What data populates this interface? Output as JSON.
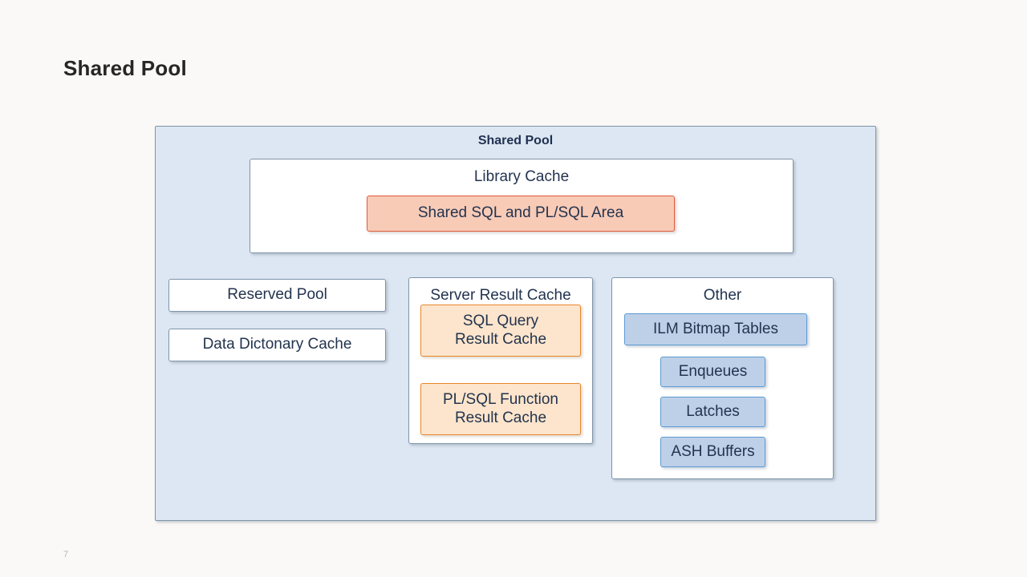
{
  "slide": {
    "title": "Shared Pool",
    "page_number": "7"
  },
  "diagram": {
    "type": "block-diagram",
    "container": {
      "label": "Shared Pool",
      "fill": "#dde7f3",
      "border": "#7f95ab"
    },
    "library_cache": {
      "label": "Library Cache",
      "fill": "#ffffff",
      "border": "#7f95ab",
      "children": [
        {
          "label": "Shared SQL and PL/SQL Area",
          "fill": "#f8cbb7",
          "border": "#e05c3e"
        }
      ]
    },
    "left_column": [
      {
        "label": "Reserved Pool",
        "fill": "#ffffff",
        "border": "#7f95ab"
      },
      {
        "label": "Data Dictonary Cache",
        "fill": "#ffffff",
        "border": "#7f95ab"
      }
    ],
    "server_result_cache": {
      "label": "Server Result Cache",
      "fill": "#ffffff",
      "border": "#7f95ab",
      "children": [
        {
          "label": "SQL Query\nResult Cache",
          "fill": "#fce5cc",
          "border": "#e8862a"
        },
        {
          "label": "PL/SQL Function\nResult Cache",
          "fill": "#fce5cc",
          "border": "#e8862a"
        }
      ]
    },
    "other": {
      "label": "Other",
      "fill": "#ffffff",
      "border": "#7f95ab",
      "children": [
        {
          "label": "ILM Bitmap Tables",
          "fill": "#bed0e8",
          "border": "#5b9bd5"
        },
        {
          "label": "Enqueues",
          "fill": "#bed0e8",
          "border": "#5b9bd5"
        },
        {
          "label": "Latches",
          "fill": "#bed0e8",
          "border": "#5b9bd5"
        },
        {
          "label": "ASH Buffers",
          "fill": "#bed0e8",
          "border": "#5b9bd5"
        }
      ]
    }
  }
}
